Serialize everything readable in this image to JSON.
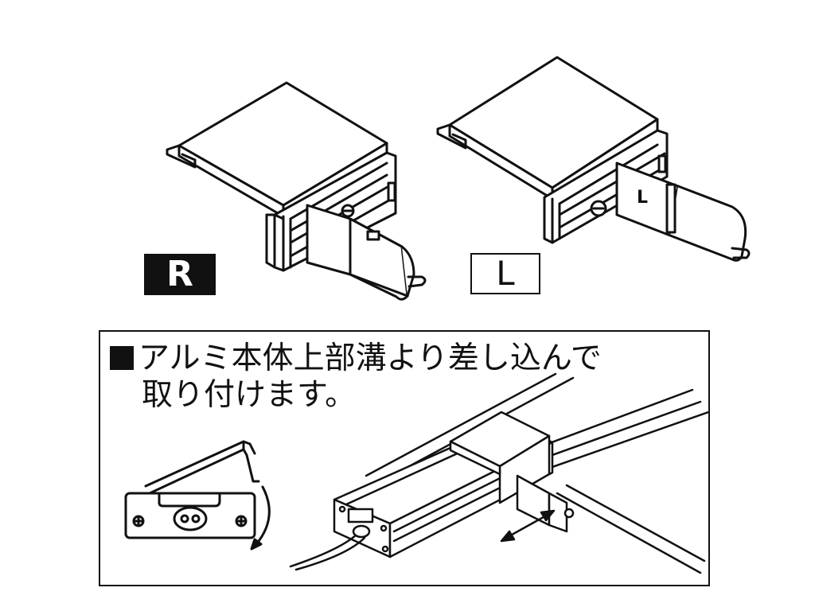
{
  "variants": {
    "right_label": "R",
    "left_label": "L",
    "left_cap_mark": "L"
  },
  "instruction": {
    "line1": "アルミ本体上部溝より差し込んで",
    "line2": "取り付けます。"
  },
  "colors": {
    "ink": "#111111",
    "paper": "#ffffff",
    "metal": "#e8e8e8"
  },
  "icons": {
    "bullet": "black-square",
    "screw": "plus-screw"
  }
}
